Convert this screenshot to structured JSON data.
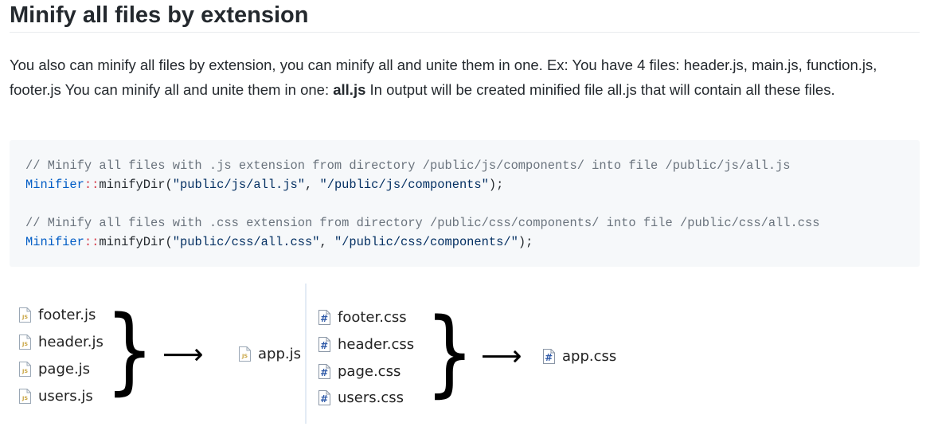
{
  "heading": "Minify all files by extension",
  "description": {
    "part1": "You also can minify all files by extension, you can minify all and unite them in one. Ex: You have 4 files: header.js, main.js, function.js, footer.js You can minify all and unite them in one: ",
    "bold": "all.js",
    "part2": " In output will be created minified file all.js that will contain all these files."
  },
  "code": {
    "comment1": "// Minify all files with .js extension from directory /public/js/components/ into file /public/js/all.js",
    "line1": {
      "class": "Minifier",
      "op": "::",
      "fn": "minifyDir(",
      "arg1": "\"public/js/all.js\"",
      "sep": ", ",
      "arg2": "\"/public/js/components\"",
      "end": ");"
    },
    "comment2": "// Minify all files with .css extension from directory /public/css/components/ into file /public/css/all.css",
    "line2": {
      "class": "Minifier",
      "op": "::",
      "fn": "minifyDir(",
      "arg1": "\"public/css/all.css\"",
      "sep": ", ",
      "arg2": "\"/public/css/components/\"",
      "end": ");"
    }
  },
  "diagram": {
    "js_files": [
      "footer.js",
      "header.js",
      "page.js",
      "users.js"
    ],
    "js_output": "app.js",
    "css_files": [
      "footer.css",
      "header.css",
      "page.css",
      "users.css"
    ],
    "css_output": "app.css",
    "brace_glyph": "}",
    "arrow_glyph": "⟶",
    "js_icon": "js-file-icon",
    "css_icon": "css-file-icon"
  }
}
